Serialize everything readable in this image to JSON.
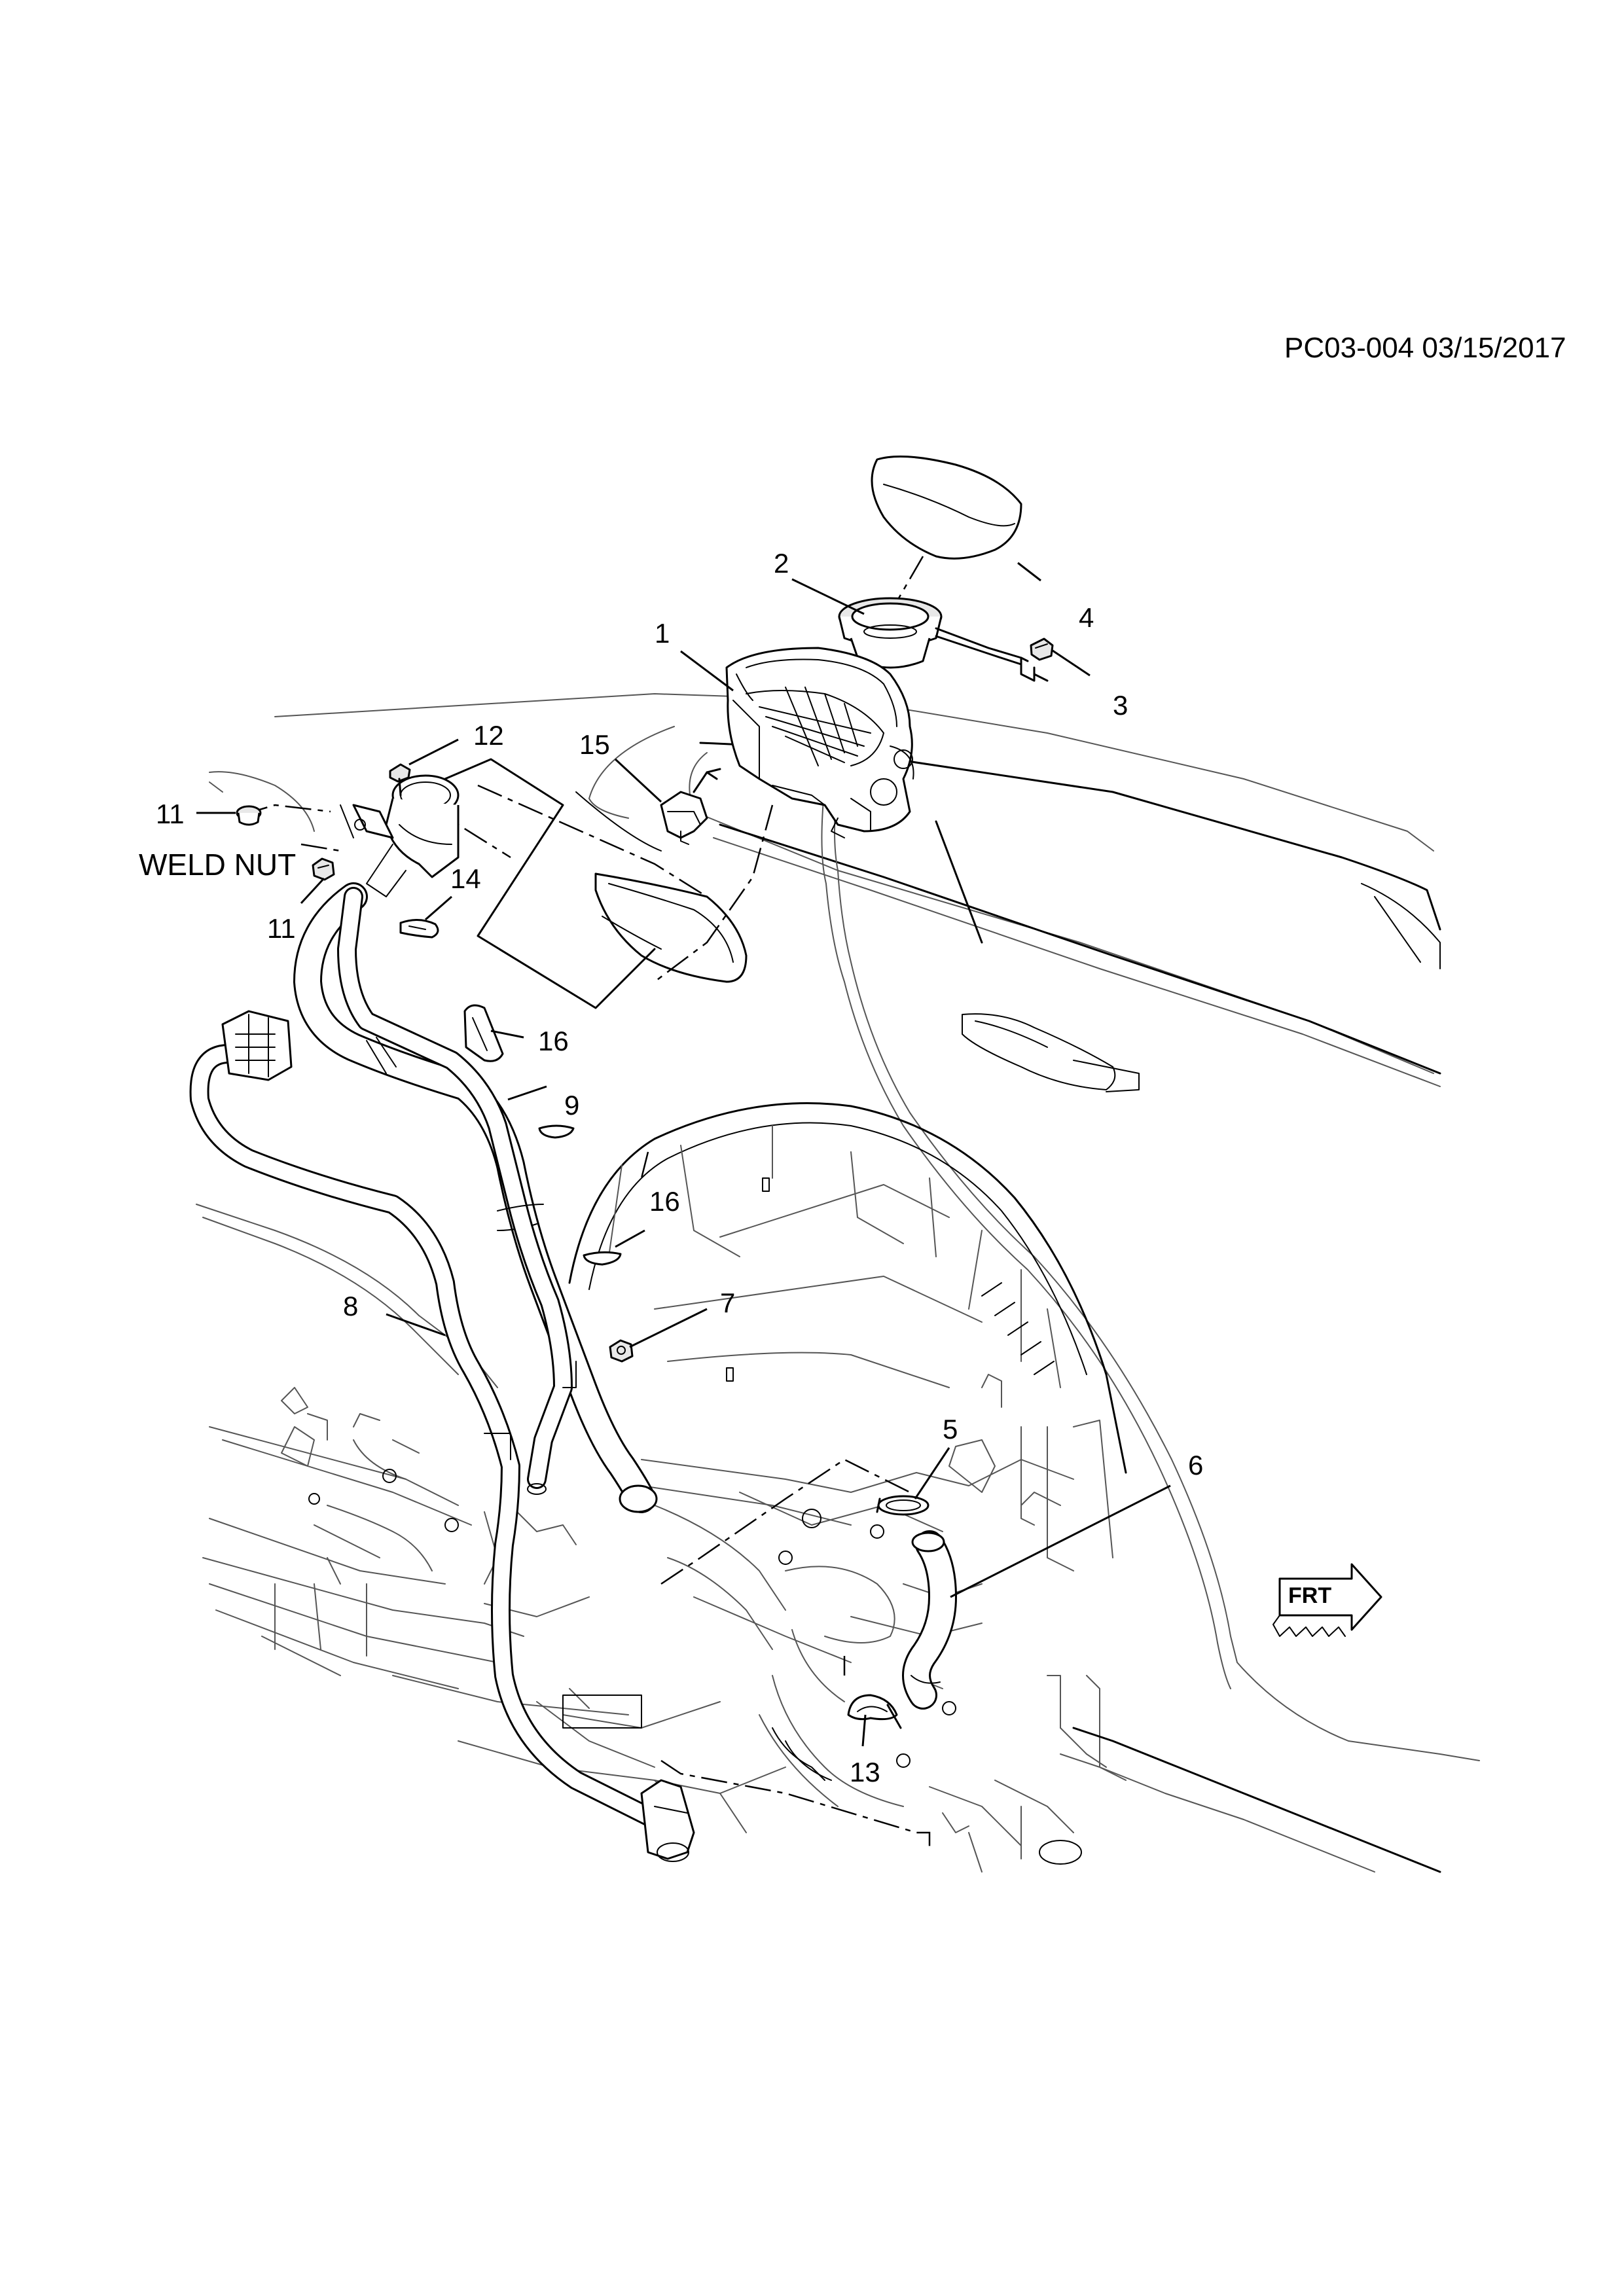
{
  "reference": "PC03-004 03/15/2017",
  "callouts": {
    "c1": "1",
    "c2": "2",
    "c3": "3",
    "c4": "4",
    "c5": "5",
    "c6": "6",
    "c7": "7",
    "c8": "8",
    "c9": "9",
    "c11a": "11",
    "c11b": "11",
    "c12": "12",
    "c13": "13",
    "c14": "14",
    "c15": "15",
    "c16a": "16",
    "c16b": "16"
  },
  "notes": {
    "weld_nut": "WELD NUT",
    "front_arrow": "FRT"
  },
  "colors": {
    "ink": "#000000",
    "paper": "#ffffff"
  }
}
